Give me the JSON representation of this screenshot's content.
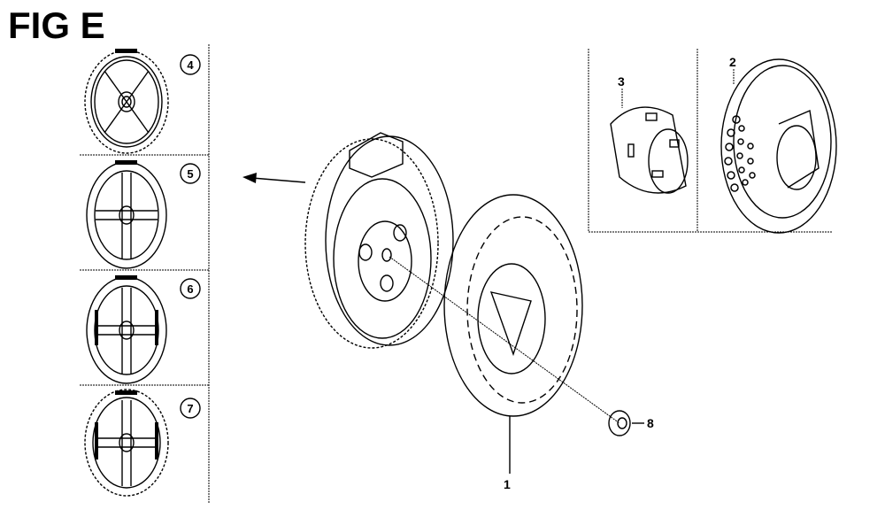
{
  "figure": {
    "title": "FIG E",
    "callouts": {
      "part1": "1",
      "part2": "2",
      "part3": "3",
      "part4": "4",
      "part5": "5",
      "part6": "6",
      "part7": "7",
      "part8": "8"
    }
  }
}
